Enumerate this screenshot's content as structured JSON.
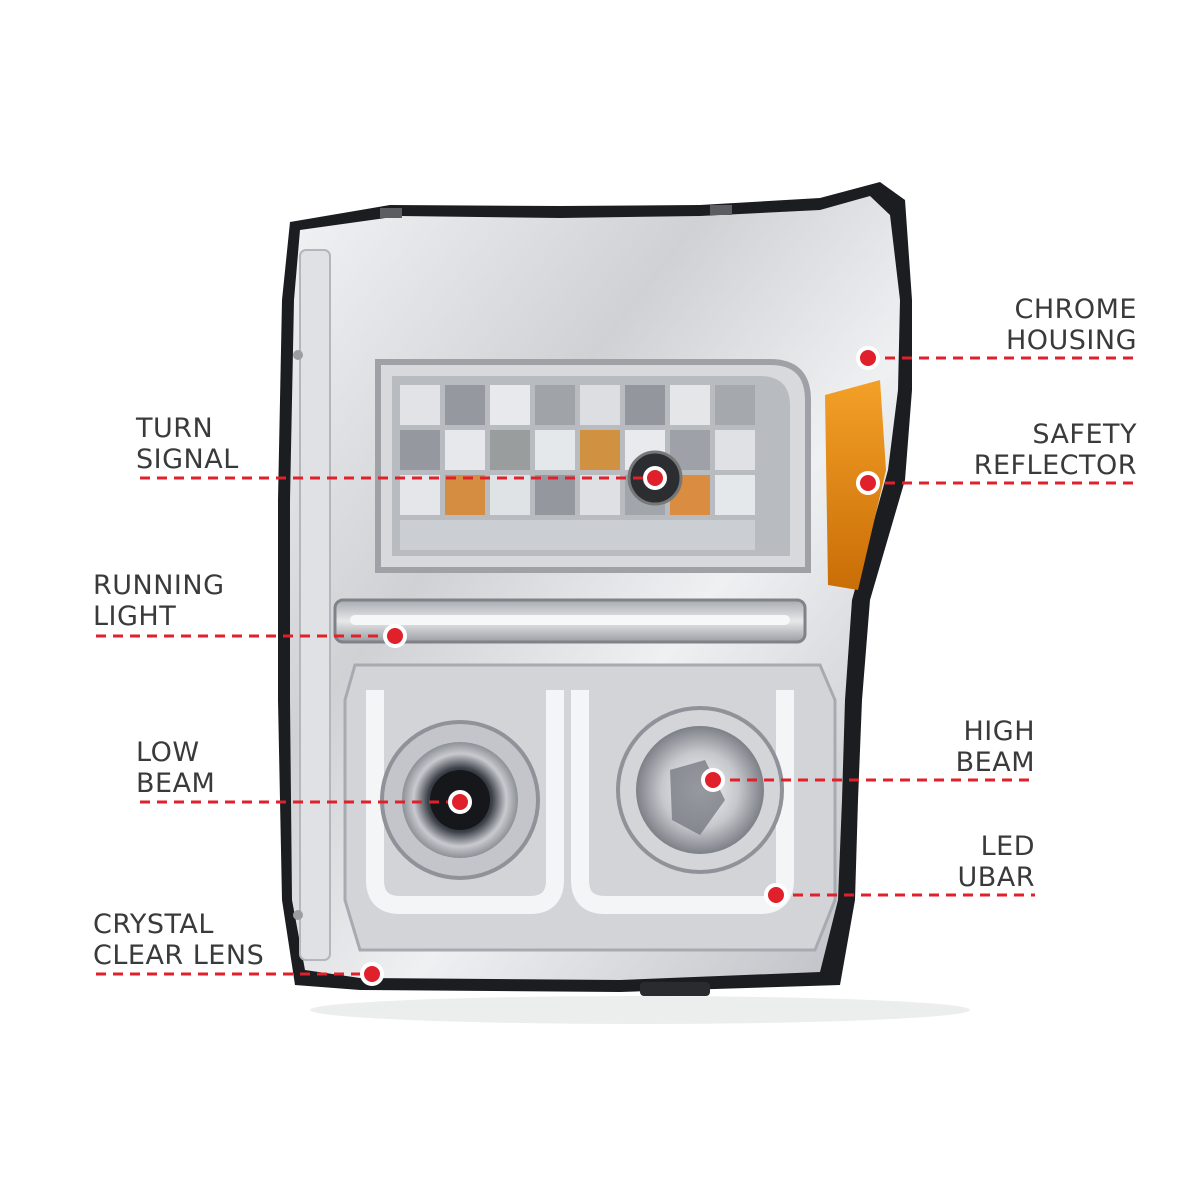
{
  "callouts": {
    "chrome_housing": {
      "line1": "CHROME",
      "line2": "HOUSING"
    },
    "turn_signal": {
      "line1": "TURN",
      "line2": "SIGNAL"
    },
    "safety_reflector": {
      "line1": "SAFETY",
      "line2": "REFLECTOR"
    },
    "running_light": {
      "line1": "RUNNING",
      "line2": "LIGHT"
    },
    "low_beam": {
      "line1": "LOW",
      "line2": "BEAM"
    },
    "high_beam": {
      "line1": "HIGH",
      "line2": "BEAM"
    },
    "led_ubar": {
      "line1": "LED",
      "line2": "UBAR"
    },
    "crystal_clear_lens": {
      "line1": "CRYSTAL",
      "line2": "CLEAR LENS"
    }
  },
  "colors": {
    "callout_line": "#e0202a",
    "label_text": "#3a3a3a",
    "chrome": "#d9dadc",
    "amber": "#e58a10"
  },
  "image": {
    "subject": "headlight-assembly"
  }
}
